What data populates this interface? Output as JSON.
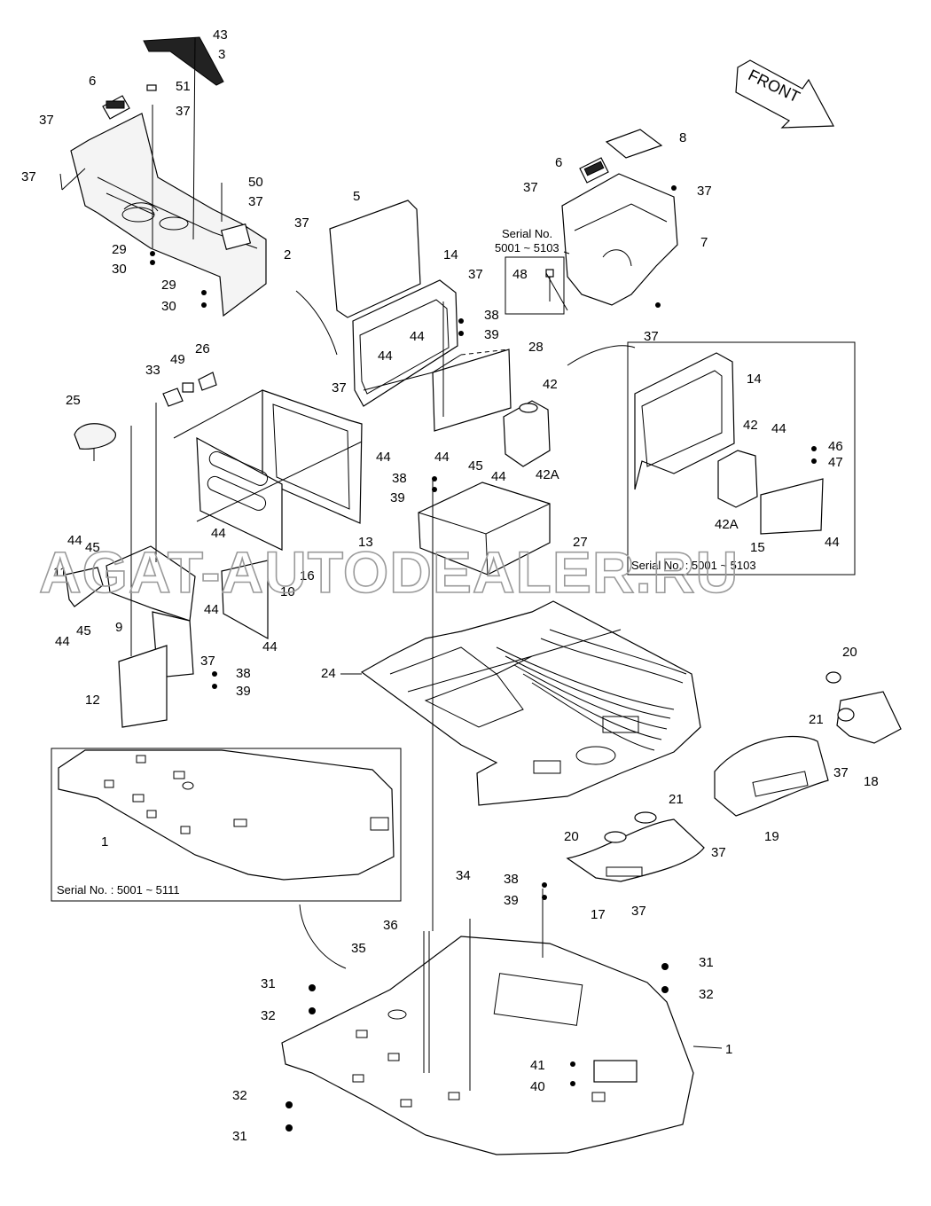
{
  "direction_label": "FRONT",
  "watermark": "AGAT-AUTODEALER.RU",
  "callouts": {
    "c43": "43",
    "c3": "3",
    "c6a": "6",
    "c51": "51",
    "c37a": "37",
    "c37b": "37",
    "c37c": "37",
    "c50": "50",
    "c37d": "37",
    "c2": "2",
    "c29a": "29",
    "c30a": "30",
    "c29b": "29",
    "c30b": "30",
    "c5": "5",
    "c37e": "37",
    "c14a": "14",
    "c37f": "37",
    "c38a": "38",
    "c39a": "39",
    "c44a": "44",
    "c44b": "44",
    "c28": "28",
    "c37g": "37",
    "c42a": "42",
    "c44c": "44",
    "c45a": "45",
    "c44d": "44",
    "c42Aa": "42A",
    "c13": "13",
    "c38b": "38",
    "c39b": "39",
    "c27": "27",
    "c33": "33",
    "c49": "49",
    "c26": "26",
    "c25": "25",
    "c44e": "44",
    "c45b": "45",
    "c11": "11",
    "c44f": "44",
    "c16": "16",
    "c10": "10",
    "c9": "9",
    "c44g": "44",
    "c45c": "45",
    "c44h": "44",
    "c37h": "37",
    "c44i": "44",
    "c38c": "38",
    "c39c": "39",
    "c12": "12",
    "c24": "24",
    "c8": "8",
    "c6b": "6",
    "c37i": "37",
    "c37j": "37",
    "c7": "7",
    "c48": "48",
    "c37k": "37",
    "c14b": "14",
    "c42b": "42",
    "c44j": "44",
    "c46": "46",
    "c47": "47",
    "c42Ab": "42A",
    "c15": "15",
    "c44k": "44",
    "c20a": "20",
    "c21a": "21",
    "c37l": "37",
    "c18": "18",
    "c21b": "21",
    "c19": "19",
    "c37m": "37",
    "c20b": "20",
    "c17": "17",
    "c37n": "37",
    "c1a": "1",
    "c34": "34",
    "c38d": "38",
    "c39d": "39",
    "c36": "36",
    "c35": "35",
    "c31a": "31",
    "c32a": "32",
    "c31b": "31",
    "c32b": "32",
    "c1b": "1",
    "c41": "41",
    "c40": "40",
    "c32c": "32",
    "c31c": "31"
  },
  "serial_notes": {
    "upper_serial_title": "Serial No.",
    "upper_serial_range": "5001 ~ 5103",
    "inset_right": "Serial No. : 5001 ~ 5103",
    "inset_left": "Serial No. : 5001 ~ 5111"
  }
}
